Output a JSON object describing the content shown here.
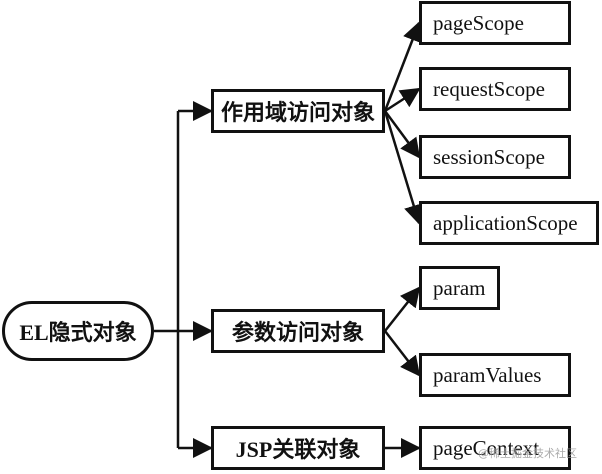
{
  "diagram": {
    "root": {
      "label": "EL隐式对象"
    },
    "groups": [
      {
        "label": "作用域访问对象",
        "children": [
          "pageScope",
          "requestScope",
          "sessionScope",
          "applicationScope"
        ]
      },
      {
        "label": "参数访问对象",
        "children": [
          "param",
          "paramValues"
        ]
      },
      {
        "label": "JSP关联对象",
        "children": [
          "pageContext"
        ]
      }
    ]
  },
  "watermark": {
    "text": "@稀土掘金技术社区"
  }
}
